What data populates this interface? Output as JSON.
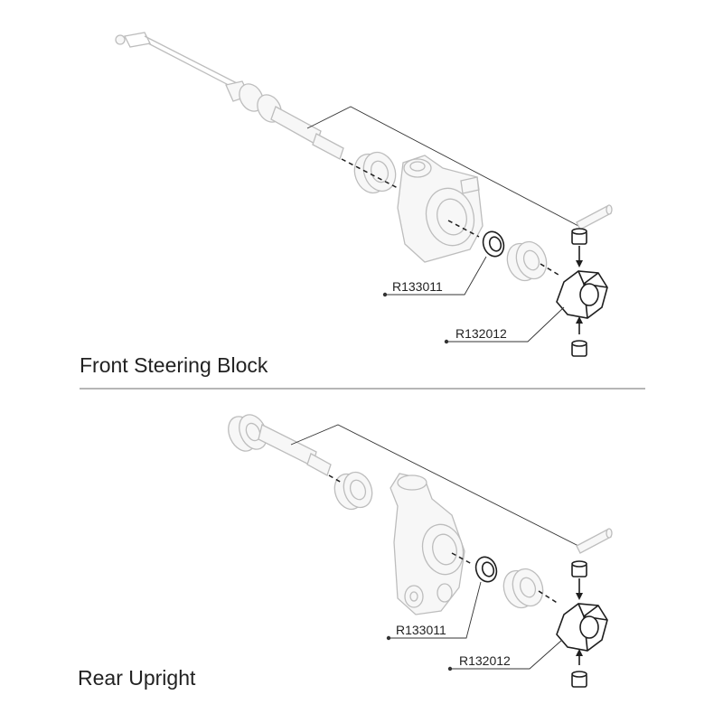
{
  "sections": [
    {
      "title": "Front Steering Block",
      "parts": [
        {
          "label": "R133011"
        },
        {
          "label": "R132012"
        }
      ]
    },
    {
      "title": "Rear Upright",
      "parts": [
        {
          "label": "R133011"
        },
        {
          "label": "R132012"
        }
      ]
    }
  ]
}
